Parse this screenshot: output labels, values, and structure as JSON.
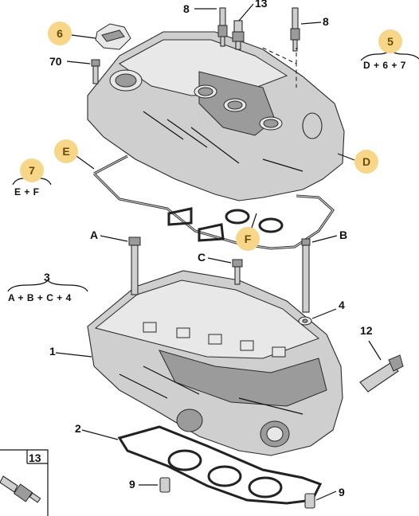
{
  "callouts": {
    "c8a": "8",
    "c13": "13",
    "c8b": "8",
    "c6": "6",
    "c70": "70",
    "c5": "5",
    "c7": "7",
    "cE": "E",
    "cD": "D",
    "cF": "F",
    "cA": "A",
    "cB": "B",
    "cC": "C",
    "c3": "3",
    "c4": "4",
    "c1": "1",
    "c12": "12",
    "c2": "2",
    "c9a": "9",
    "c9b": "9",
    "c13box": "13"
  },
  "formulas": {
    "f5": "D + 6 + 7",
    "f7": "E + F",
    "f3": "A + B + C + 4"
  },
  "colors": {
    "highlight": "#f7d68a",
    "ink": "#111111",
    "metal": "#cfcfcf"
  }
}
